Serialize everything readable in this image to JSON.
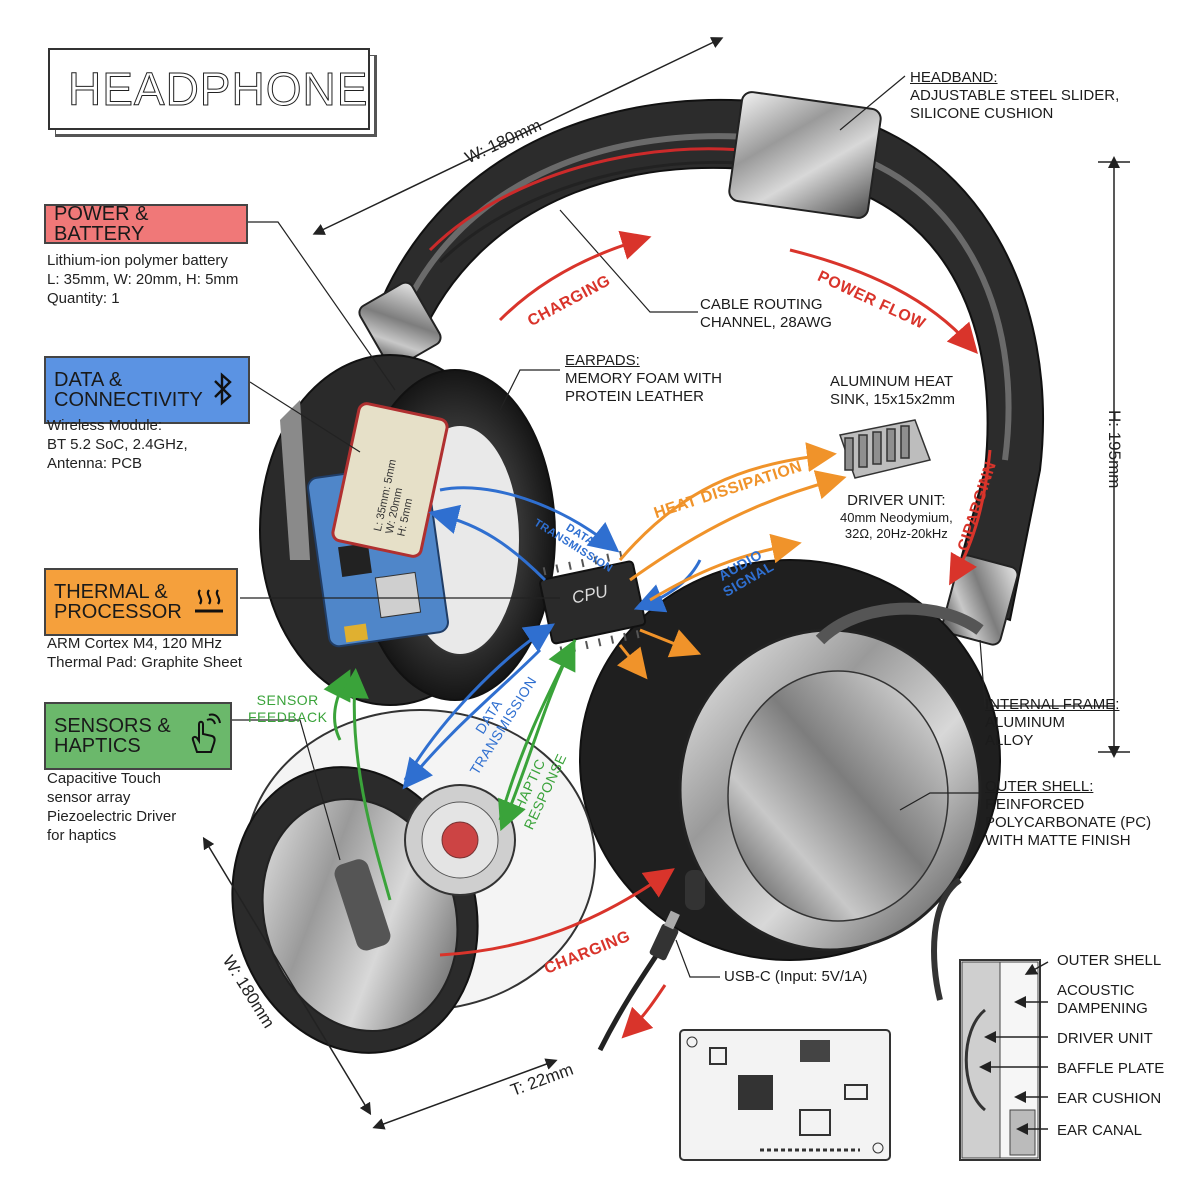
{
  "title": "HEADPHONE",
  "colors": {
    "power": "#f06b6b",
    "data": "#4d8de6",
    "thermal": "#f5a03c",
    "sensors": "#66b366",
    "red_arrow": "#d9342b",
    "blue_arrow": "#2f6fd0",
    "orange_arrow": "#f0932a",
    "green_arrow": "#3aa33a"
  },
  "sections": {
    "power": {
      "title": "POWER & BATTERY",
      "lines": [
        "Lithium-ion polymer battery",
        "L: 35mm, W: 20mm, H: 5mm",
        "Quantity: 1"
      ]
    },
    "data": {
      "title": [
        "DATA &",
        "CONNECTIVITY"
      ],
      "icon": "bluetooth-icon",
      "lines": [
        "Wireless Module:",
        "BT 5.2 SoC, 2.4GHz,",
        "Antenna: PCB"
      ]
    },
    "thermal": {
      "title": [
        "THERMAL &",
        "PROCESSOR"
      ],
      "icon": "heat-icon",
      "lines": [
        "ARM Cortex M4, 120 MHz",
        "Thermal Pad: Graphite Sheet"
      ]
    },
    "sensors": {
      "title": [
        "SENSORS &",
        "HAPTICS"
      ],
      "icon": "touch-hand-icon",
      "lines": [
        "Capacitive Touch",
        "sensor array",
        "Piezoelectric Driver",
        "for haptics"
      ]
    }
  },
  "callouts": {
    "headband": [
      "HEADBAND:",
      "ADJUSTABLE STEEL SLIDER,",
      "SILICONE CUSHION"
    ],
    "cable": [
      "CABLE ROUTING",
      "CHANNEL, 28AWG"
    ],
    "earpads": [
      "EARPADS:",
      "MEMORY FOAM WITH",
      "PROTEIN LEATHER"
    ],
    "heatsink": [
      "ALUMINUM HEAT",
      "SINK, 15x15x2mm"
    ],
    "driver": [
      "DRIVER UNIT:",
      "40mm Neodymium,",
      "32Ω, 20Hz-20kHz"
    ],
    "frame": [
      "INTERNAL FRAME:",
      "ALUMINUM",
      "ALLOY"
    ],
    "shell": [
      "OUTER SHELL:",
      "REINFORCED",
      "POLYCARBONATE (PC)",
      "WITH MATTE FINISH"
    ],
    "usb": "USB-C (Input: 5V/1A)"
  },
  "battery_label": [
    "L: 35mm: 5mm",
    "W: 20mm",
    "H: 5mm"
  ],
  "cpu_label": "CPU",
  "dimensions": {
    "width_top": "W: 180mm",
    "height": "H: 195mm",
    "width_bottom": "W: 180mm",
    "thickness": "T: 22mm"
  },
  "flows": {
    "charging_top": "CHARGING",
    "power_flow": "POWER FLOW",
    "ciparginn": "CIPARGINN",
    "heat": "HEAT DISSIPATION",
    "data_tx_top": [
      "DATA",
      "TRANSMISSION"
    ],
    "audio": [
      "AUDIO",
      "SIGNAL"
    ],
    "sensor_feedback": [
      "SENSOR",
      "FEEDBACK"
    ],
    "data_tx_bottom": [
      "DATA",
      "TRANSMISSION"
    ],
    "haptic": [
      "HAPTIC",
      "RESPONSE"
    ],
    "charging_bottom": "CHARGING"
  },
  "cross_section": [
    "OUTER SHELL",
    "ACOUSTIC",
    "DAMPENING",
    "DRIVER UNIT",
    "BAFFLE PLATE",
    "EAR CUSHION",
    "EAR CANAL"
  ]
}
